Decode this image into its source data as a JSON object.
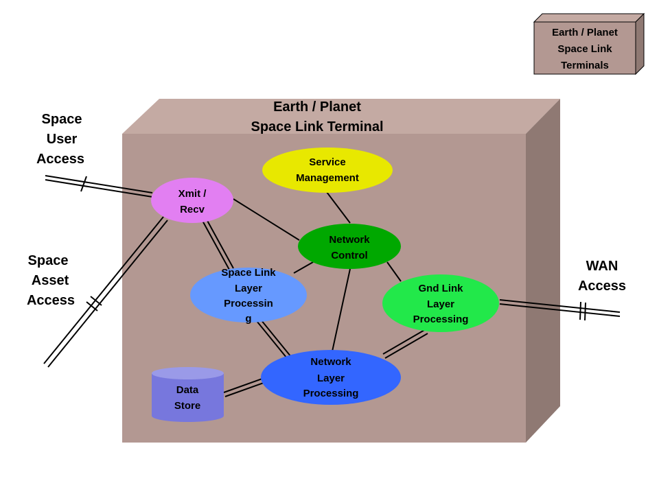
{
  "legend_box": {
    "lines": [
      "Earth / Planet",
      "Space Link",
      "Terminals"
    ]
  },
  "terminal": {
    "title_lines": [
      "Earth / Planet",
      "Space Link Terminal"
    ]
  },
  "external": {
    "space_user_access": [
      "Space",
      "User",
      "Access"
    ],
    "space_asset_access": [
      "Space",
      "Asset",
      "Access"
    ],
    "wan_access": [
      "WAN",
      "Access"
    ]
  },
  "nodes": {
    "service_management": {
      "lines": [
        "Service",
        "Management"
      ],
      "color": "#e8e800"
    },
    "xmit_recv": {
      "lines": [
        "Xmit /",
        "Recv"
      ],
      "color": "#e27ff2"
    },
    "network_control": {
      "lines": [
        "Network",
        "Control"
      ],
      "color": "#00a800"
    },
    "space_link_layer": {
      "lines": [
        "Space Link",
        "Layer",
        "Processin",
        "g"
      ],
      "color": "#6699ff"
    },
    "gnd_link_layer": {
      "lines": [
        "Gnd Link",
        "Layer",
        "Processing"
      ],
      "color": "#22e84a"
    },
    "network_layer": {
      "lines": [
        "Network",
        "Layer",
        "Processing"
      ],
      "color": "#3366ff"
    },
    "data_store": {
      "lines": [
        "Data",
        "Store"
      ],
      "color": "#7777dd"
    }
  },
  "colors": {
    "box_front": "#b39892",
    "box_top": "#c4aaa3",
    "box_side": "#8f7973",
    "line": "#000000"
  }
}
